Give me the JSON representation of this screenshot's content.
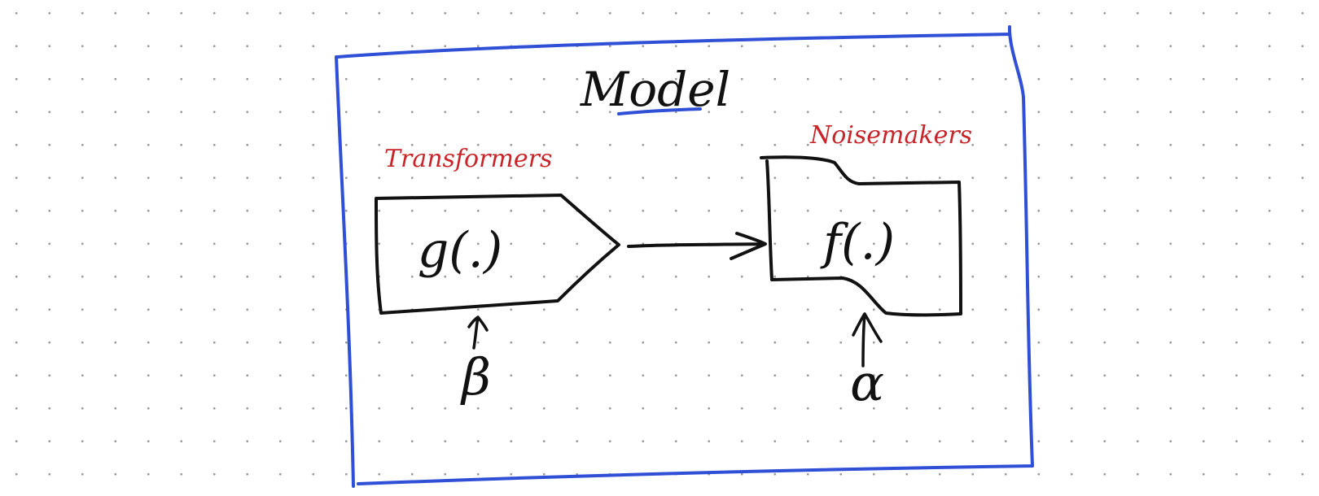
{
  "title": "Model",
  "nodes": {
    "transformer": {
      "category": "Transformers",
      "function": "g(.)",
      "param": "β"
    },
    "noisemaker": {
      "category": "Noisemakers",
      "function": "f(.)",
      "param": "α"
    }
  },
  "colors": {
    "frame": "#2f4fd6",
    "ink": "#111111",
    "category": "#c8242a",
    "grid_dots": "#9a9a9a"
  }
}
